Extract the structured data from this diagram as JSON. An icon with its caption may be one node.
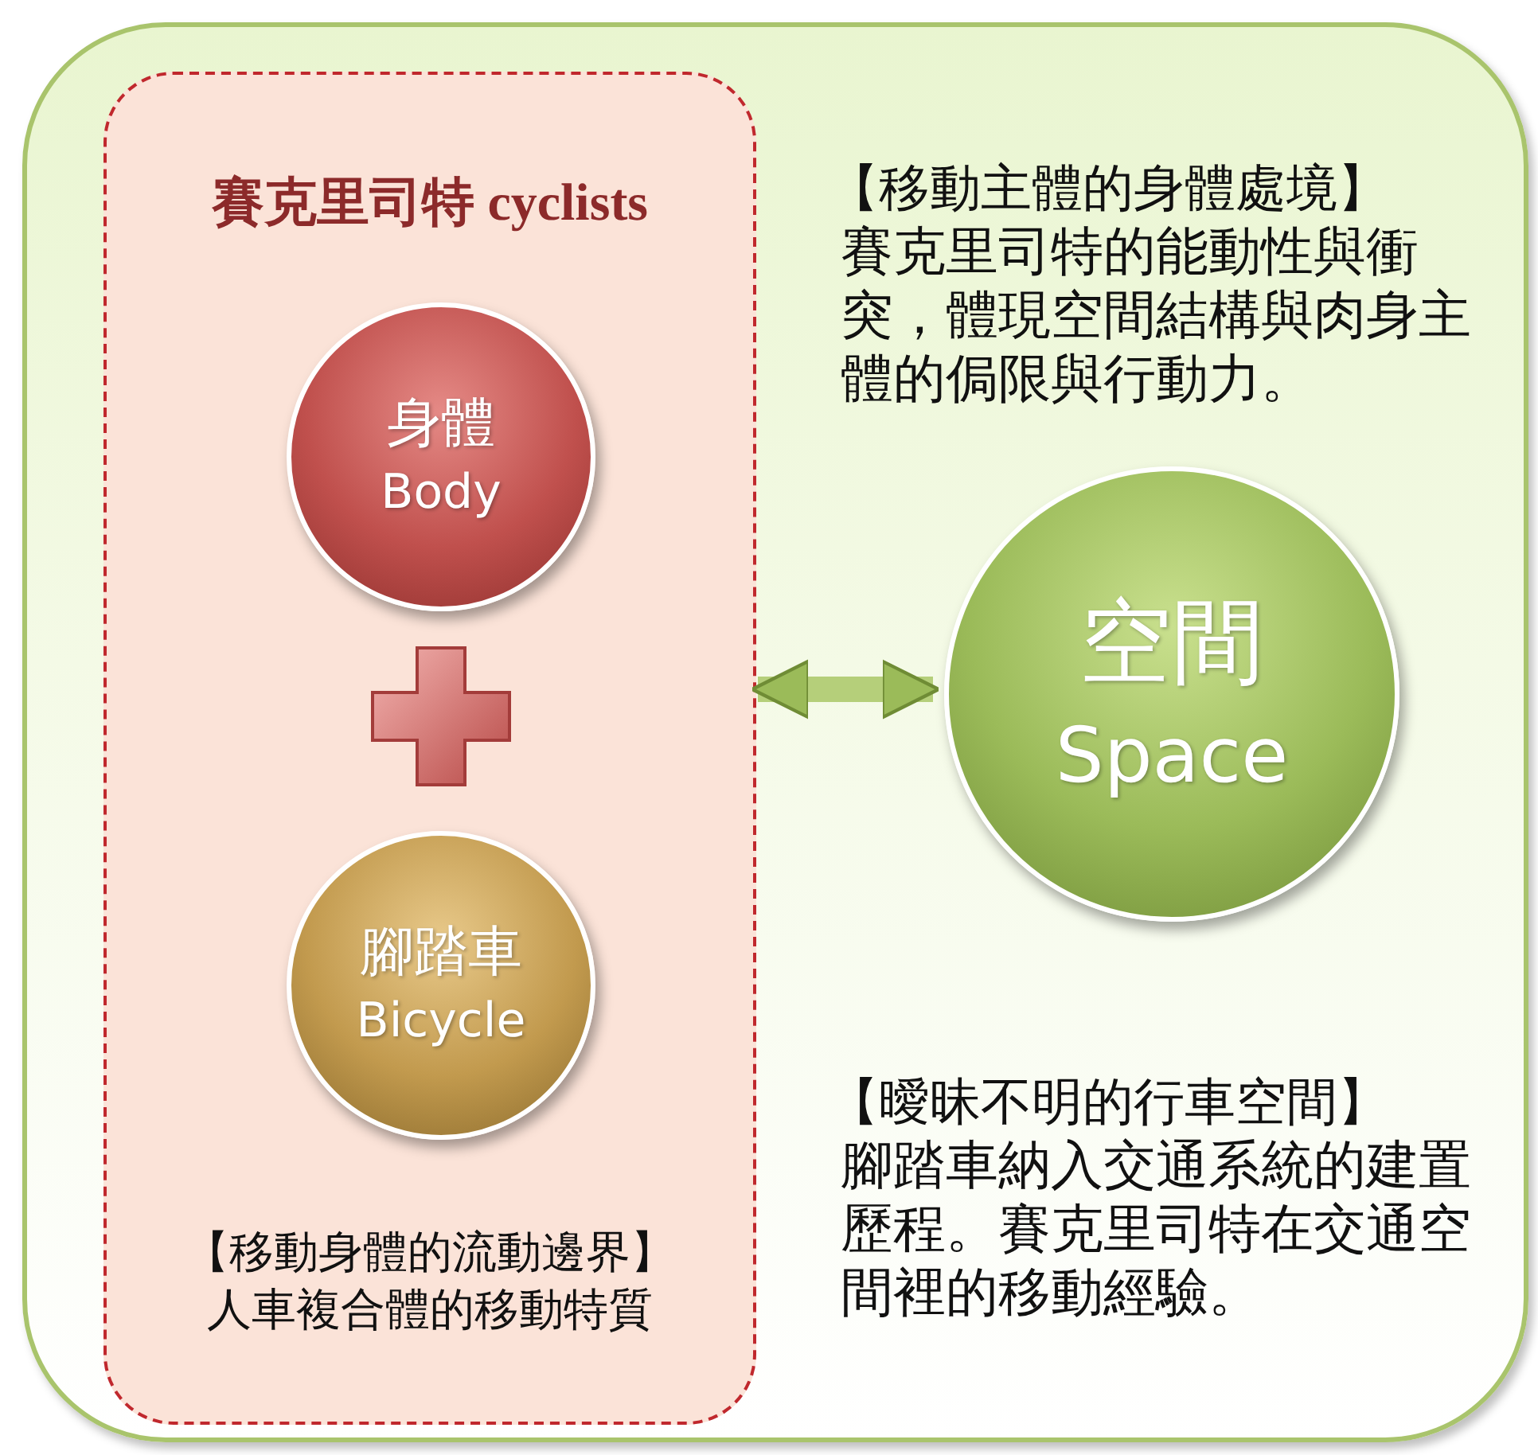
{
  "diagram": {
    "nodes": [
      {
        "text": [],
        "shape": "box"
      },
      {
        "text": [
          "賽克里司特 cyclists",
          "【移動身體的流動邊界】",
          "人車複合體的移動特質"
        ],
        "in": 0
      },
      {
        "text": [
          "身體",
          "Body"
        ],
        "in": 1
      },
      {
        "text": [],
        "shape": "cross",
        "in": 1
      },
      {
        "text": [
          "腳踏車",
          "Bicycle"
        ],
        "in": 1
      },
      {
        "text": [
          "空間",
          "Space"
        ],
        "in": 0
      }
    ],
    "edges": [
      {
        "from": 1,
        "to": 5,
        "arrow": "both"
      }
    ],
    "labels": [
      "【移動主體的身體處境】",
      "賽克里司特的能動性與衝突，體現空間結構與肉身主體的侷限與行動力。",
      "【曖昧不明的行車空間】",
      "腳踏車納入交通系統的建置歷程。賽克里司特在交通空間裡的移動經驗。"
    ]
  }
}
